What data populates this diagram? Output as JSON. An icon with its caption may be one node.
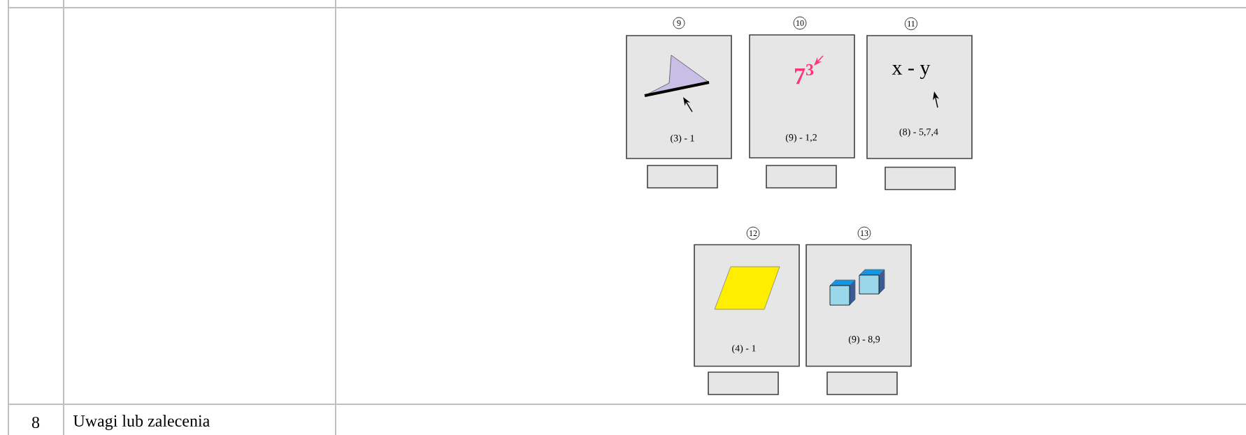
{
  "diagram": {
    "nodes": [
      {
        "text": [
          "9",
          "(3) - 1"
        ]
      },
      {
        "text": [
          "10",
          "7$^{3}$",
          "(9) - 1,2"
        ]
      },
      {
        "text": [
          "11",
          "x - y",
          "(8) - 5,7,4"
        ]
      },
      {
        "text": [],
        "shape": "box"
      },
      {
        "text": [],
        "shape": "box"
      },
      {
        "text": [],
        "shape": "box"
      },
      {
        "text": [
          "12",
          "(4) - 1"
        ]
      },
      {
        "text": [
          "13",
          "(9) - 8,9"
        ]
      },
      {
        "text": [],
        "shape": "box"
      },
      {
        "text": [],
        "shape": "box"
      }
    ],
    "labels": [
      "8",
      "Uwagi lub zalecenia"
    ]
  }
}
